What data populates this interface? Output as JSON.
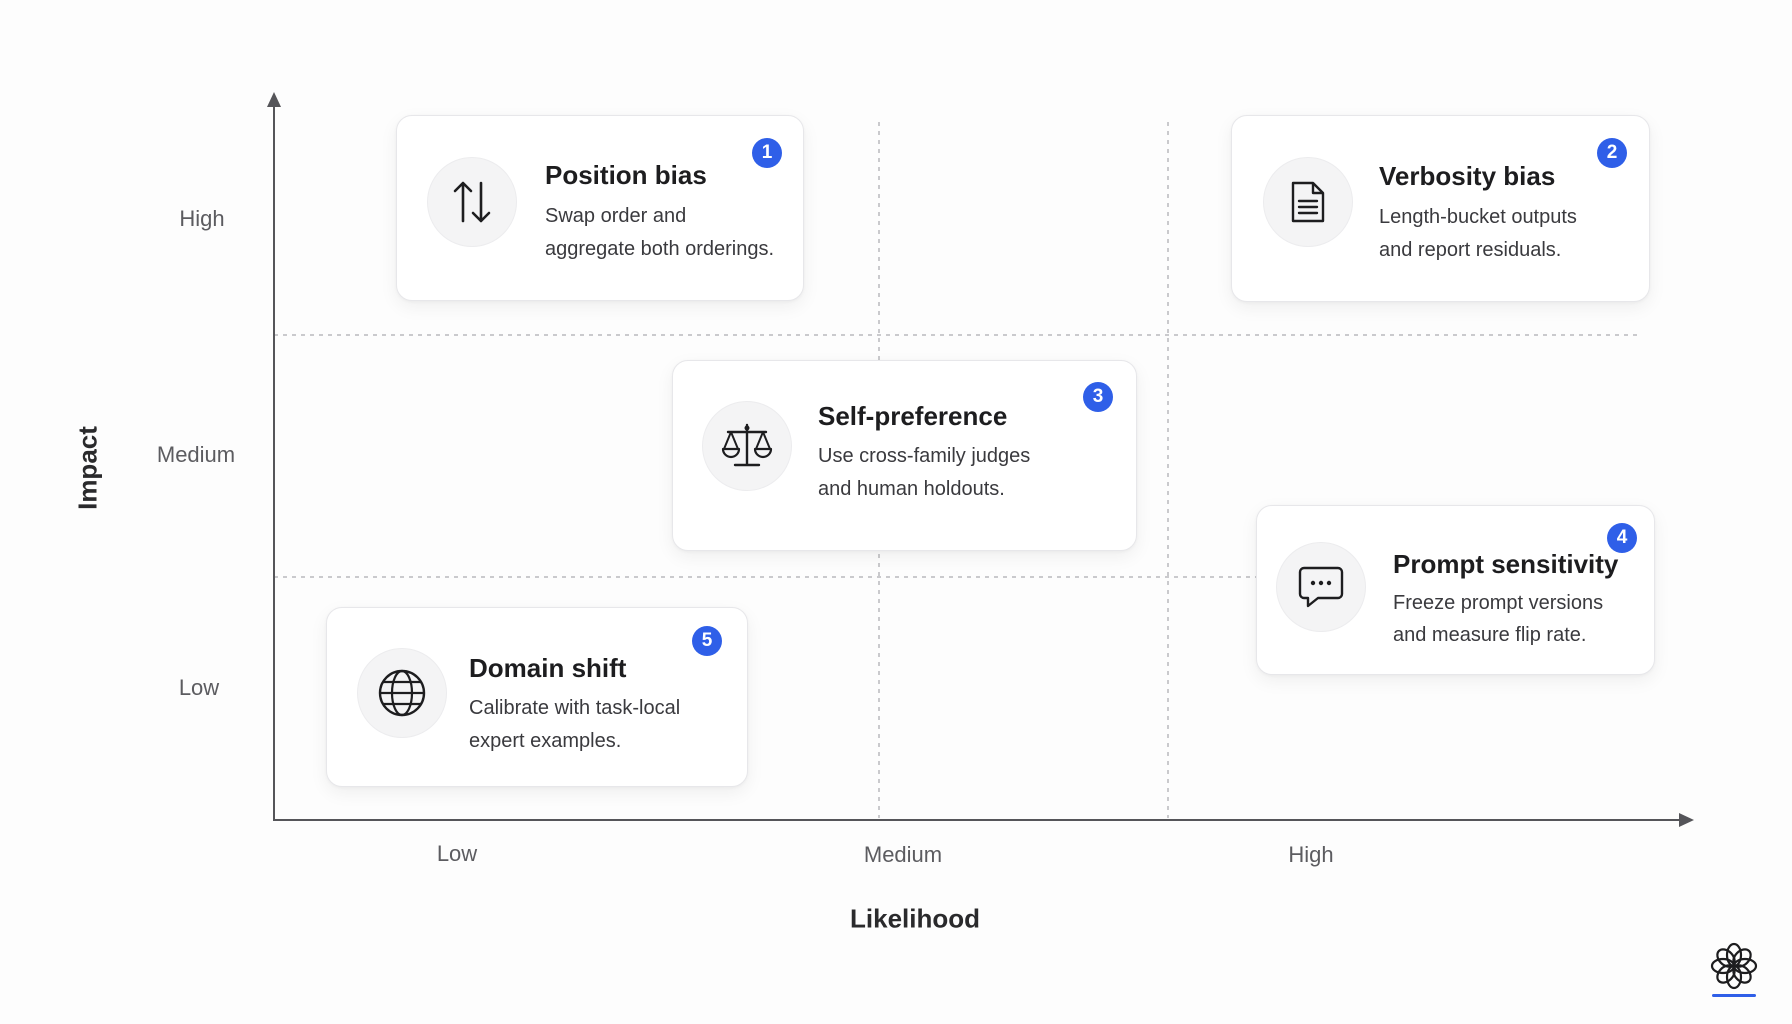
{
  "axes": {
    "y_title": "Impact",
    "x_title": "Likelihood",
    "y_ticks": [
      "High",
      "Medium",
      "Low"
    ],
    "x_ticks": [
      "Low",
      "Medium",
      "High"
    ]
  },
  "cards": [
    {
      "number": "1",
      "title": "Position bias",
      "line1": "Swap order and",
      "line2": "aggregate both orderings.",
      "icon": "swap-arrows-icon",
      "impact": "High",
      "likelihood": "Low"
    },
    {
      "number": "2",
      "title": "Verbosity bias",
      "line1": "Length-bucket outputs",
      "line2": "and report residuals.",
      "icon": "document-icon",
      "impact": "High",
      "likelihood": "High"
    },
    {
      "number": "3",
      "title": "Self-preference",
      "line1": "Use cross-family judges",
      "line2": "and human holdouts.",
      "icon": "scale-icon",
      "impact": "Medium",
      "likelihood": "Medium"
    },
    {
      "number": "4",
      "title": "Prompt sensitivity",
      "line1": "Freeze prompt versions",
      "line2": "and measure flip rate.",
      "icon": "chat-bubble-icon",
      "impact": "Medium-Low",
      "likelihood": "High"
    },
    {
      "number": "5",
      "title": "Domain shift",
      "line1": "Calibrate with task-local",
      "line2": "expert examples.",
      "icon": "globe-icon",
      "impact": "Low",
      "likelihood": "Low"
    }
  ],
  "colors": {
    "accent": "#2f5fe8",
    "axis": "#555559",
    "grid": "#b9b9bd"
  },
  "logo_icon": "flower-logo-icon"
}
